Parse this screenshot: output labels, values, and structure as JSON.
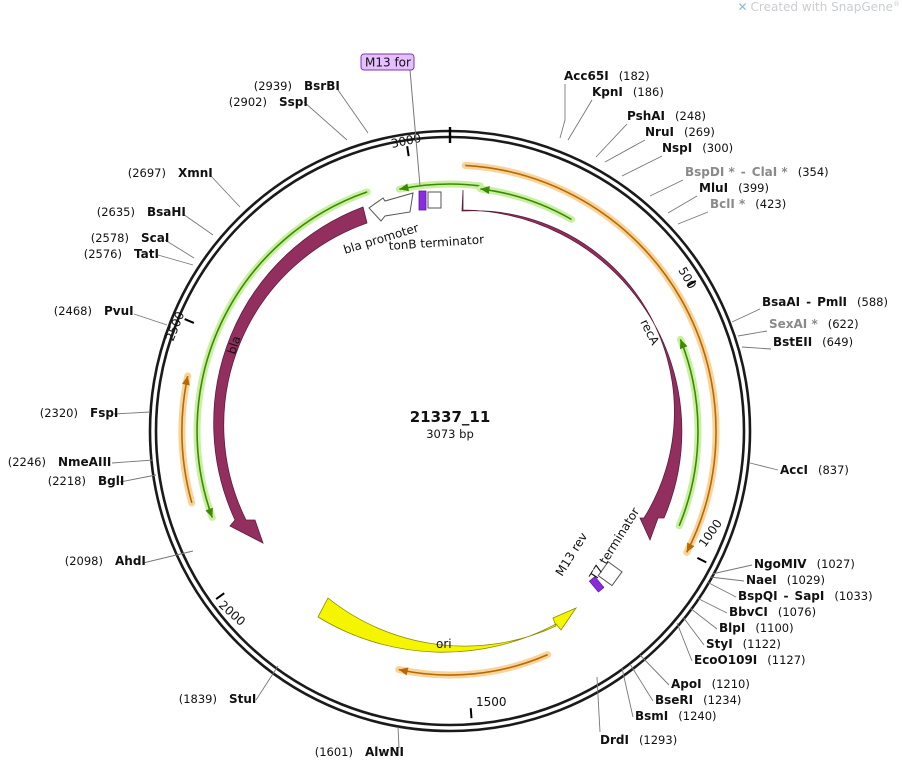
{
  "watermark": {
    "prefix": "Created with ",
    "brand": "SnapGene",
    "mark": "®"
  },
  "plasmid": {
    "name": "21337_11",
    "length_label": "3073 bp",
    "length": 3073
  },
  "scale_ticks": [
    {
      "pos": 3000,
      "label": "3000"
    },
    {
      "pos": 500,
      "label": "500"
    },
    {
      "pos": 1000,
      "label": "1000"
    },
    {
      "pos": 1500,
      "label": "1500"
    },
    {
      "pos": 2000,
      "label": "2000"
    },
    {
      "pos": 2500,
      "label": "2500"
    }
  ],
  "primers": {
    "m13_for": "M13 for",
    "m13_rev": "M13 rev"
  },
  "feature_labels": {
    "bla_promoter": "bla promoter",
    "tonb_terminator": "tonB terminator",
    "t7_terminator": "T7 terminator",
    "reca": "recA",
    "bla": "bla",
    "ori": "ori"
  },
  "sites": [
    {
      "id": "acc65i",
      "name": "Acc65I",
      "pos": "(182)"
    },
    {
      "id": "kpni",
      "name": "KpnI",
      "pos": "(186)"
    },
    {
      "id": "pshai",
      "name": "PshAI",
      "pos": "(248)"
    },
    {
      "id": "nrui",
      "name": "NruI",
      "pos": "(269)"
    },
    {
      "id": "nspi",
      "name": "NspI",
      "pos": "(300)"
    },
    {
      "id": "bspdi",
      "name": "BspDI *",
      "name2": "ClaI *",
      "pos": "(354)",
      "grey": true
    },
    {
      "id": "mlui",
      "name": "MluI",
      "pos": "(399)"
    },
    {
      "id": "bcli",
      "name": "BclI *",
      "pos": "(423)",
      "grey": true
    },
    {
      "id": "bsaai",
      "name": "BsaAI",
      "name2": "PmlI",
      "pos": "(588)"
    },
    {
      "id": "sexai",
      "name": "SexAI *",
      "pos": "(622)",
      "grey": true
    },
    {
      "id": "bsteii",
      "name": "BstEII",
      "pos": "(649)"
    },
    {
      "id": "acci",
      "name": "AccI",
      "pos": "(837)"
    },
    {
      "id": "ngomiv",
      "name": "NgoMIV",
      "pos": "(1027)"
    },
    {
      "id": "naei",
      "name": "NaeI",
      "pos": "(1029)"
    },
    {
      "id": "bspqi",
      "name": "BspQI",
      "name2": "SapI",
      "pos": "(1033)"
    },
    {
      "id": "bbvci",
      "name": "BbvCI",
      "pos": "(1076)"
    },
    {
      "id": "blpi",
      "name": "BlpI",
      "pos": "(1100)"
    },
    {
      "id": "styi",
      "name": "StyI",
      "pos": "(1122)"
    },
    {
      "id": "eco0109i",
      "name": "EcoO109I",
      "pos": "(1127)"
    },
    {
      "id": "apoi",
      "name": "ApoI",
      "pos": "(1210)"
    },
    {
      "id": "bseri",
      "name": "BseRI",
      "pos": "(1234)"
    },
    {
      "id": "bsmi",
      "name": "BsmI",
      "pos": "(1240)"
    },
    {
      "id": "drdi",
      "name": "DrdI",
      "pos": "(1293)"
    },
    {
      "id": "alwni",
      "name": "AlwNI",
      "pos": "(1601)"
    },
    {
      "id": "stui",
      "name": "StuI",
      "pos": "(1839)"
    },
    {
      "id": "ahdi",
      "name": "AhdI",
      "pos": "(2098)"
    },
    {
      "id": "bgli",
      "name": "BglI",
      "pos": "(2218)"
    },
    {
      "id": "nmeaiii",
      "name": "NmeAIII",
      "pos": "(2246)"
    },
    {
      "id": "fspi",
      "name": "FspI",
      "pos": "(2320)"
    },
    {
      "id": "pvui",
      "name": "PvuI",
      "pos": "(2468)"
    },
    {
      "id": "tati",
      "name": "TatI",
      "pos": "(2576)"
    },
    {
      "id": "scai",
      "name": "ScaI",
      "pos": "(2578)"
    },
    {
      "id": "bsahi",
      "name": "BsaHI",
      "pos": "(2635)"
    },
    {
      "id": "xmni",
      "name": "XmnI",
      "pos": "(2697)"
    },
    {
      "id": "sspi",
      "name": "SspI",
      "pos": "(2902)"
    },
    {
      "id": "bsrbi",
      "name": "BsrBI",
      "pos": "(2939)"
    }
  ],
  "colors": {
    "backbone": "#1a1a1a",
    "reca": "#932f5e",
    "bla": "#932f5e",
    "ori": "#f5f500",
    "primer_green": "#3c8a00",
    "primer_orange": "#b86a00",
    "primer_tag": "#e5bfff",
    "terminator": "#8a2be2",
    "grey_site": "#8a8a8a"
  }
}
